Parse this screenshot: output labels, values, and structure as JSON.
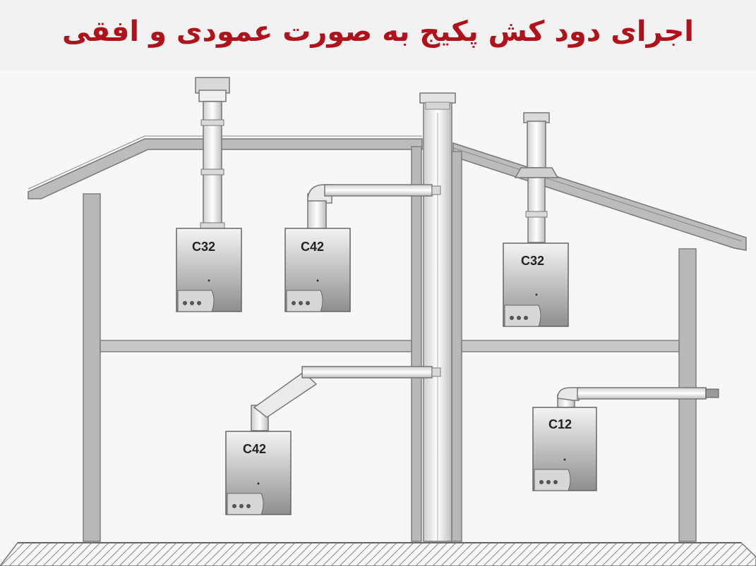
{
  "title": "اجرای دود کش پکیج به صورت عمودی و افقی",
  "colors": {
    "title": "#b0121c",
    "wall": "#9a9a9a",
    "pipe": "#e6e6e6",
    "boiler_top": "#f4f4f4",
    "boiler_bottom": "#8e8e8e"
  },
  "boilers": [
    {
      "id": "upper-left",
      "label": "C32"
    },
    {
      "id": "upper-mid",
      "label": "C42"
    },
    {
      "id": "upper-right",
      "label": "C32"
    },
    {
      "id": "lower-left",
      "label": "C42"
    },
    {
      "id": "lower-right",
      "label": "C12"
    }
  ]
}
